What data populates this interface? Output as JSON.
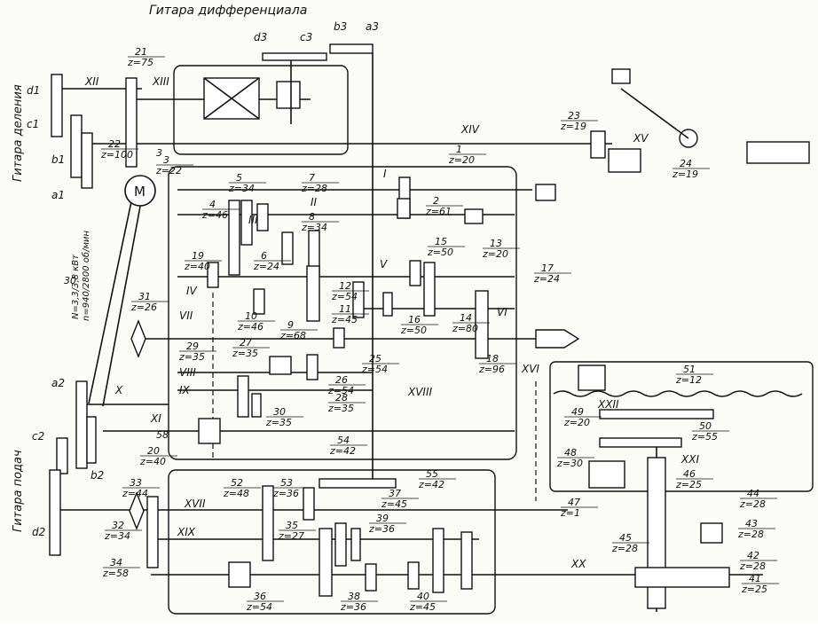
{
  "titles": {
    "differential": "Гитара дифференциала",
    "division": "Гитара деления",
    "feed": "Гитара подач"
  },
  "motor": {
    "symbol": "M",
    "power": "N=3,3/3,8 кВт",
    "speed": "n=940/2800 об/мин"
  },
  "shafts": [
    "I",
    "II",
    "III",
    "IV",
    "V",
    "VI",
    "VII",
    "VIII",
    "IX",
    "X",
    "XI",
    "XII",
    "XIII",
    "XIV",
    "XV",
    "XVI",
    "XVII",
    "XVIII",
    "XIX",
    "XX",
    "XXI",
    "XXII"
  ],
  "gears": [
    {
      "n": "1",
      "z": "z=20"
    },
    {
      "n": "2",
      "z": "z=61"
    },
    {
      "n": "3",
      "z": "z=22"
    },
    {
      "n": "4",
      "z": "z=46"
    },
    {
      "n": "5",
      "z": "z=34"
    },
    {
      "n": "6",
      "z": "z=24"
    },
    {
      "n": "7",
      "z": "z=28"
    },
    {
      "n": "8",
      "z": "z=34"
    },
    {
      "n": "9",
      "z": "z=68"
    },
    {
      "n": "10",
      "z": "z=46"
    },
    {
      "n": "11",
      "z": "z=45"
    },
    {
      "n": "12",
      "z": "z=54"
    },
    {
      "n": "13",
      "z": "z=20"
    },
    {
      "n": "14",
      "z": "z=80"
    },
    {
      "n": "15",
      "z": "z=50"
    },
    {
      "n": "16",
      "z": "z=50"
    },
    {
      "n": "17",
      "z": "z=24"
    },
    {
      "n": "18",
      "z": "z=96"
    },
    {
      "n": "19",
      "z": "z=40"
    },
    {
      "n": "20",
      "z": "z=40"
    },
    {
      "n": "21",
      "z": "z=75"
    },
    {
      "n": "22",
      "z": "z=100"
    },
    {
      "n": "23",
      "z": "z=19"
    },
    {
      "n": "24",
      "z": "z=19"
    },
    {
      "n": "25",
      "z": "z=54"
    },
    {
      "n": "26",
      "z": "z=54"
    },
    {
      "n": "27",
      "z": "z=35"
    },
    {
      "n": "28",
      "z": "z=35"
    },
    {
      "n": "29",
      "z": "z=35"
    },
    {
      "n": "30",
      "z": "z=35"
    },
    {
      "n": "31",
      "z": "z=26"
    },
    {
      "n": "32",
      "z": "z=34"
    },
    {
      "n": "33",
      "z": "z=44"
    },
    {
      "n": "34",
      "z": "z=58"
    },
    {
      "n": "35",
      "z": "z=27"
    },
    {
      "n": "36",
      "z": "z=54"
    },
    {
      "n": "37",
      "z": "z=45"
    },
    {
      "n": "38",
      "z": "z=36"
    },
    {
      "n": "39",
      "z": "z=36"
    },
    {
      "n": "40",
      "z": "z=45"
    },
    {
      "n": "41",
      "z": "z=25"
    },
    {
      "n": "42",
      "z": "z=28"
    },
    {
      "n": "43",
      "z": "z=28"
    },
    {
      "n": "44",
      "z": "z=28"
    },
    {
      "n": "45",
      "z": "z=28"
    },
    {
      "n": "46",
      "z": "z=25"
    },
    {
      "n": "47",
      "z": "z=1"
    },
    {
      "n": "48",
      "z": "z=30"
    },
    {
      "n": "49",
      "z": "z=20"
    },
    {
      "n": "50",
      "z": "z=55"
    },
    {
      "n": "51",
      "z": "z=12"
    },
    {
      "n": "52",
      "z": "z=48"
    },
    {
      "n": "53",
      "z": "z=36"
    },
    {
      "n": "54",
      "z": "z=42"
    },
    {
      "n": "55",
      "z": "z=42"
    }
  ],
  "change_gears": [
    "a1",
    "b1",
    "c1",
    "d1",
    "a2",
    "b2",
    "c2",
    "d2",
    "a3",
    "b3",
    "c3",
    "d3"
  ],
  "misc": {
    "lead_3": "3",
    "label_58": "58",
    "label_30": "30"
  }
}
